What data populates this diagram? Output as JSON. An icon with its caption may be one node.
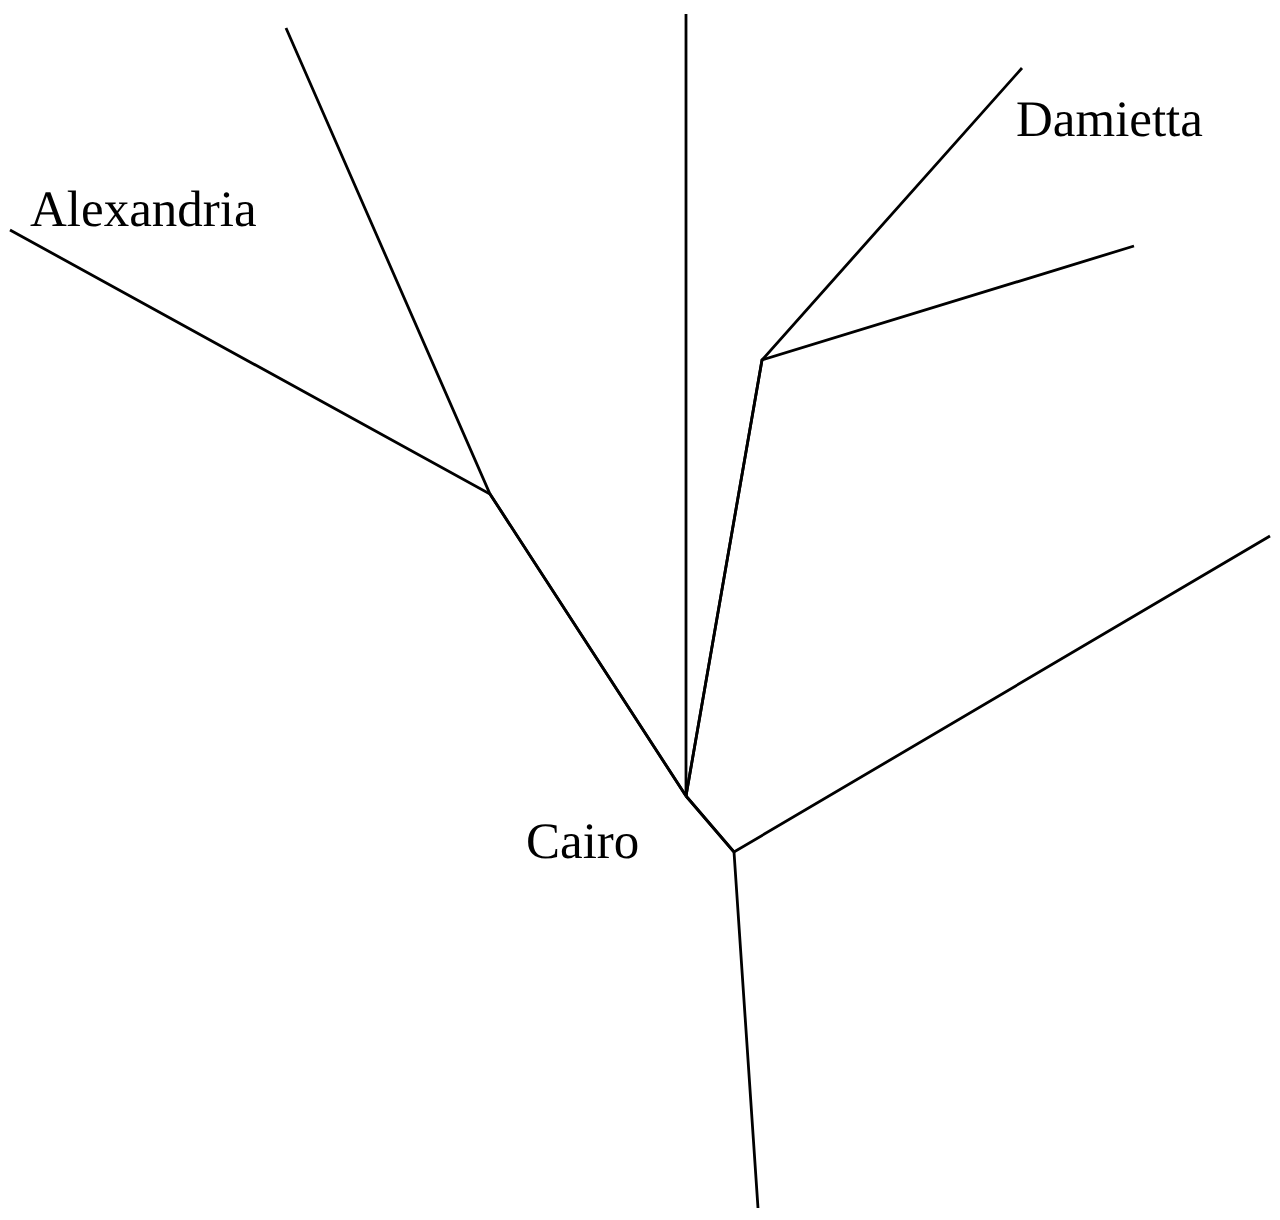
{
  "diagram": {
    "nodes": [
      {
        "text": [
          "Alexandria"
        ]
      },
      {
        "text": [
          "Damietta"
        ]
      },
      {
        "text": [
          "Cairo"
        ]
      }
    ],
    "edges": [
      {
        "from": 0,
        "to": 2,
        "arrow": "none"
      },
      {
        "from": null,
        "to": 2,
        "arrow": "none"
      },
      {
        "from": null,
        "to": 2,
        "arrow": "none"
      },
      {
        "from": 2,
        "to": 1,
        "arrow": "none"
      },
      {
        "from": 2,
        "to": null,
        "arrow": "none"
      },
      {
        "from": 2,
        "to": null,
        "arrow": "none"
      },
      {
        "from": 2,
        "to": null,
        "arrow": "none"
      }
    ]
  }
}
